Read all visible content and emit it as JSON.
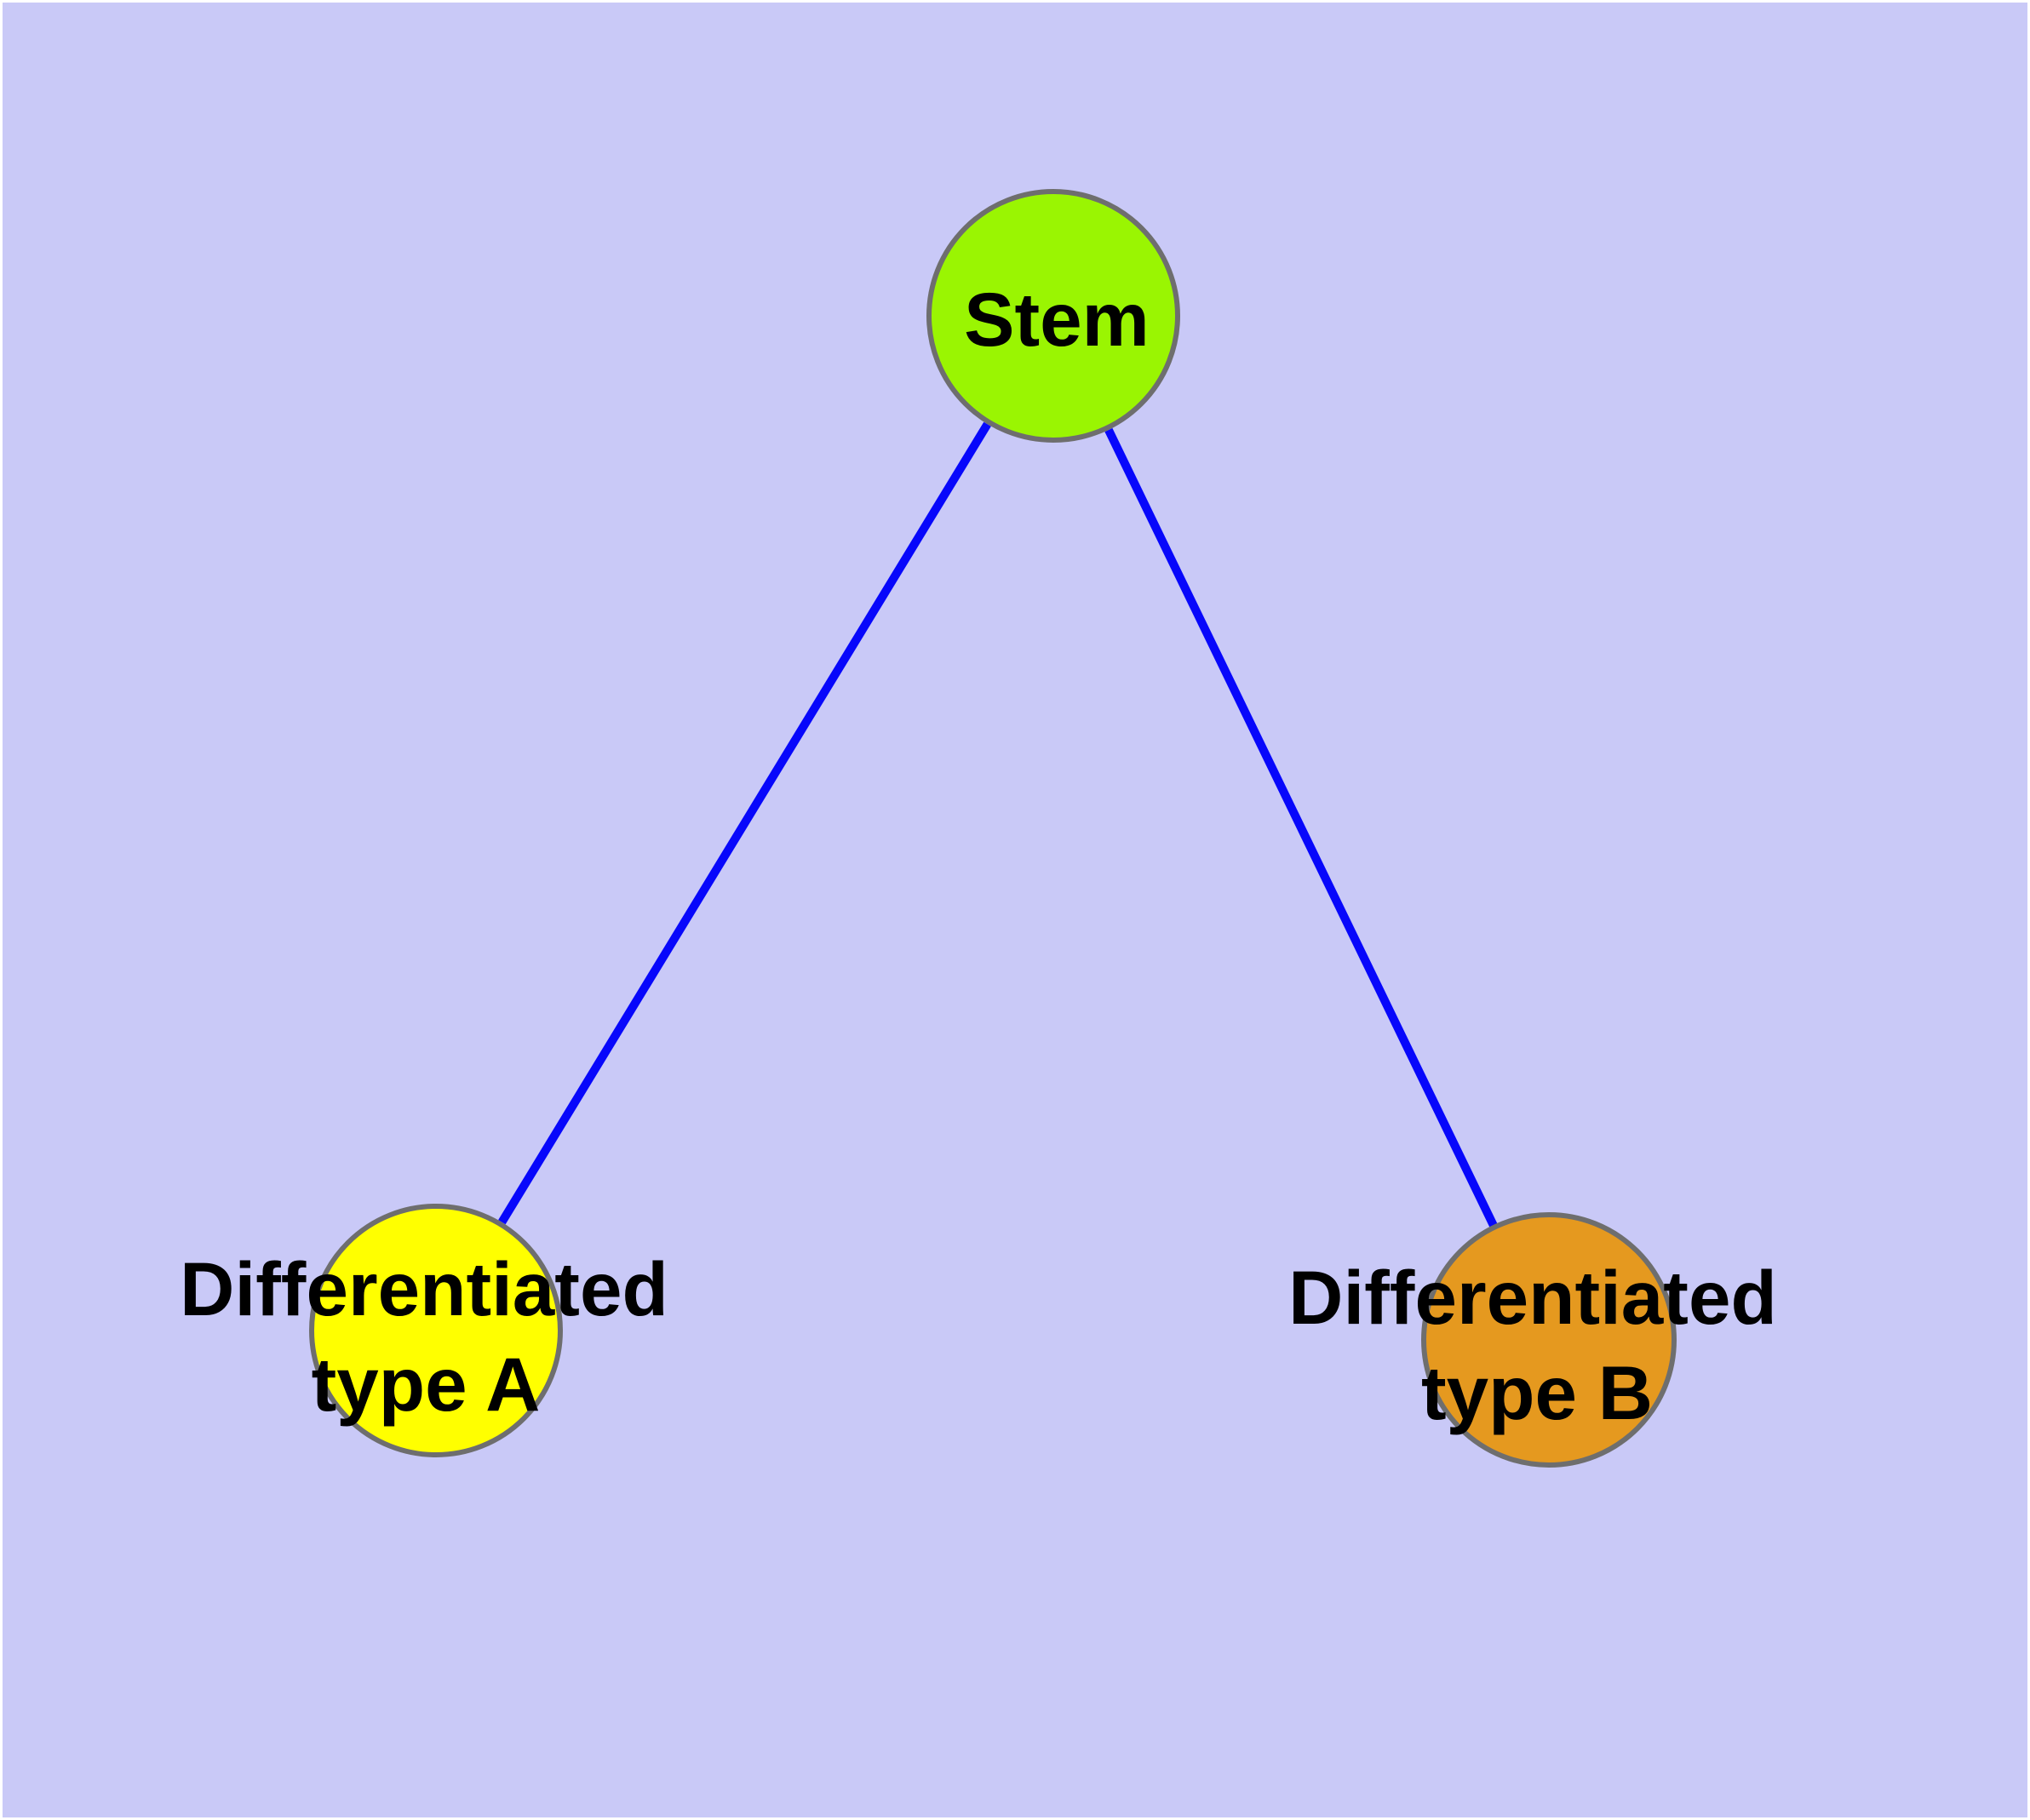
{
  "page": {
    "outer_background": "#FFFFFF"
  },
  "canvas": {
    "fill": "#C9C9F7"
  },
  "graph": {
    "style": {
      "edge_color": "#0707FB",
      "node_border_color": "#6E6E6E",
      "label_color": "#000000"
    },
    "nodes": [
      {
        "id": "stem",
        "label": "Stem",
        "fill": "#9AF502"
      },
      {
        "id": "differentiated-type-a",
        "label_line1": "Differentiated",
        "label_line2": "type A",
        "fill": "#FFFF00"
      },
      {
        "id": "differentiated-type-b",
        "label_line1": "Differentiated",
        "label_line2": "type B",
        "fill": "#E5991F"
      }
    ],
    "edges": [
      {
        "from": "Stem",
        "to": "Differentiated type A"
      },
      {
        "from": "Stem",
        "to": "Differentiated type B"
      }
    ]
  }
}
